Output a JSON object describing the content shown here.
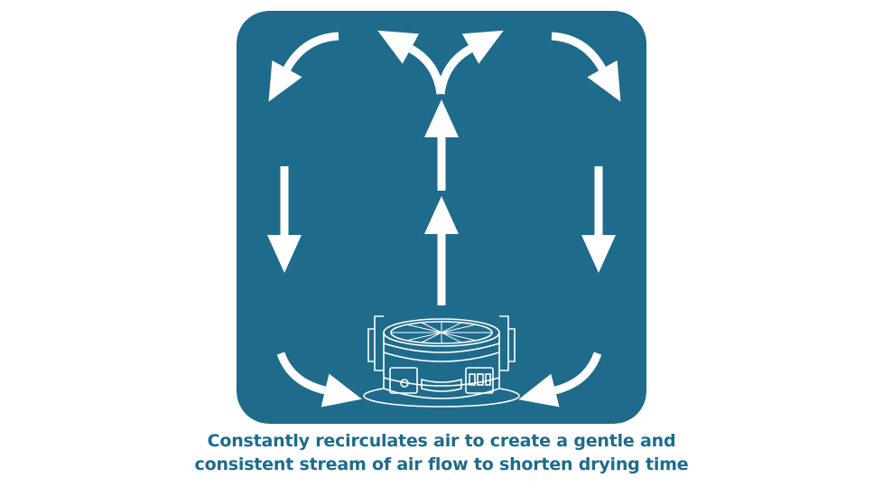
{
  "caption": {
    "line1": "Constantly recirculates air to create a gentle and",
    "line2": "consistent stream of air flow to shorten drying time"
  },
  "colors": {
    "panel": "#1f6b8b",
    "arrow": "#ffffff",
    "caption_text": "#1f6b8b"
  },
  "icons": {
    "device": "air-circulator-fan-icon",
    "arrows": "airflow-arrow-icons"
  }
}
